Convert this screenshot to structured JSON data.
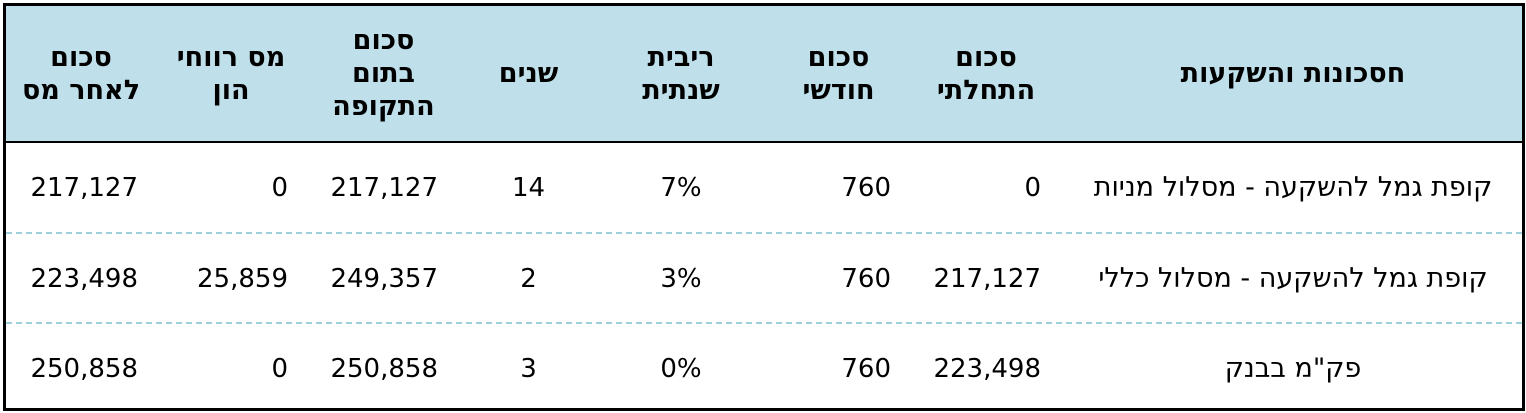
{
  "table": {
    "headers": {
      "name": "חסכונות והשקעות",
      "initial": "סכום\nהתחלתי",
      "monthly": "סכום\nחודשי",
      "rate": "ריבית\nשנתית",
      "years": "שנים",
      "end_sum": "סכום\nבתום\nהתקופה",
      "cap_gains_tax": "מס רווחי\nהון",
      "after_tax": "סכום\nלאחר מס"
    },
    "rows": [
      {
        "name": "קופת גמל להשקעה - מסלול מניות",
        "initial": "0",
        "monthly": "760",
        "rate": "7%",
        "years": "14",
        "end_sum": "217,127",
        "cap_gains_tax": "0",
        "after_tax": "217,127"
      },
      {
        "name": "קופת גמל להשקעה - מסלול כללי",
        "initial": "217,127",
        "monthly": "760",
        "rate": "3%",
        "years": "2",
        "end_sum": "249,357",
        "cap_gains_tax": "25,859",
        "after_tax": "223,498"
      },
      {
        "name": "פק\"מ בבנק",
        "initial": "223,498",
        "monthly": "760",
        "rate": "0%",
        "years": "3",
        "end_sum": "250,858",
        "cap_gains_tax": "0",
        "after_tax": "250,858"
      }
    ]
  },
  "colors": {
    "header_bg": "#bfe0ea",
    "row_divider": "#9fd0da",
    "border": "#000000"
  }
}
